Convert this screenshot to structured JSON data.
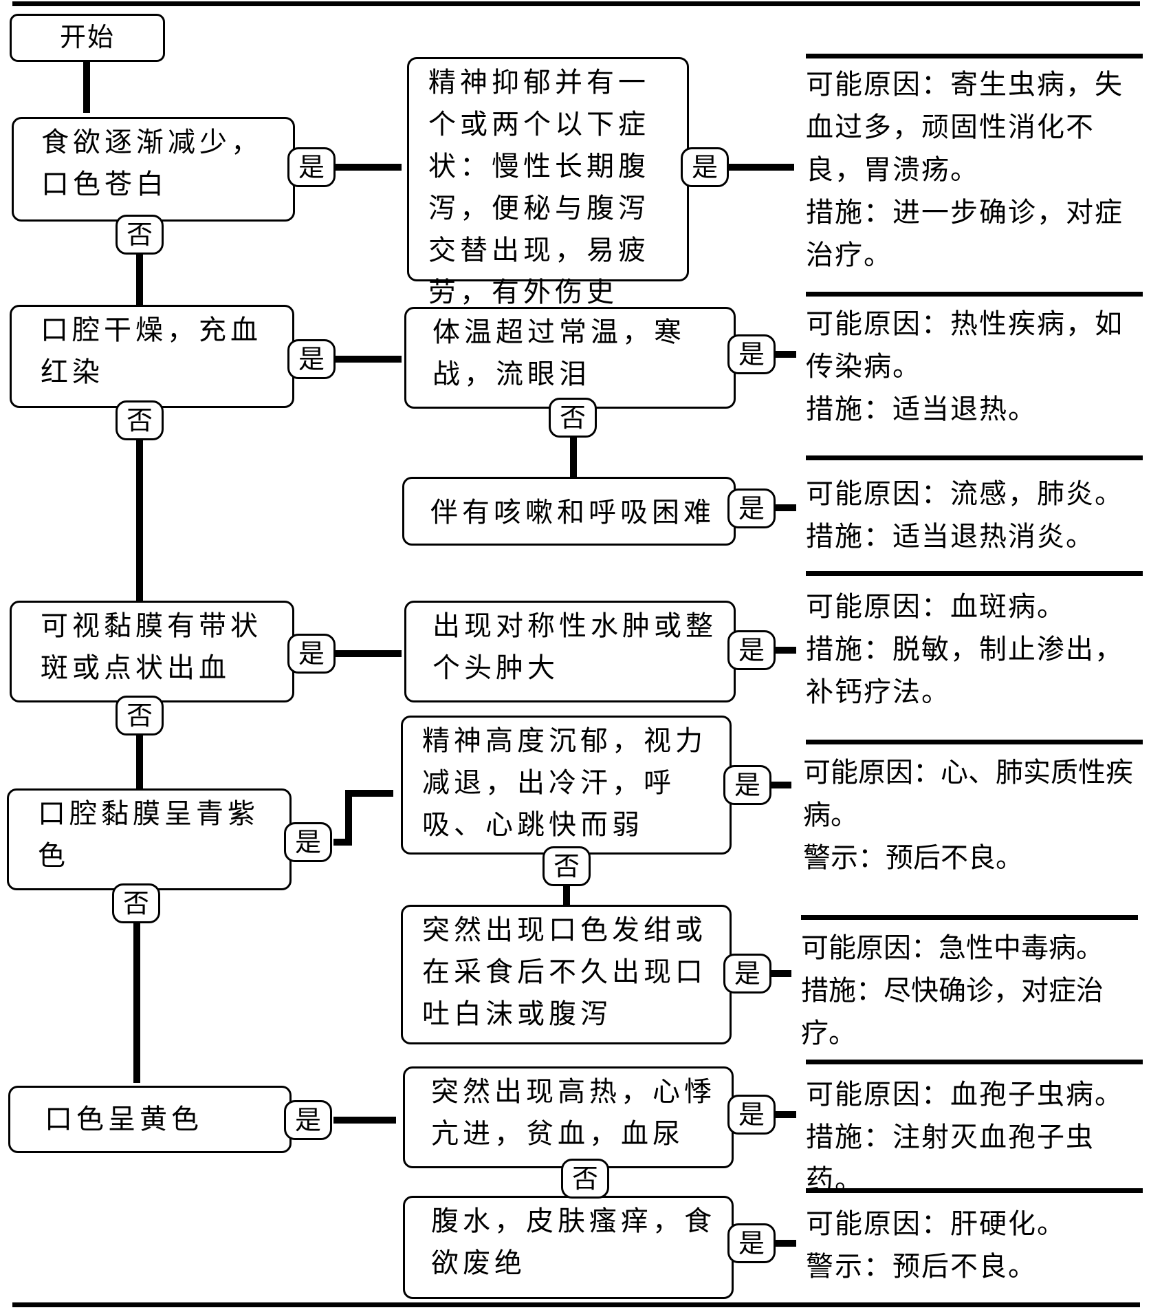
{
  "start": "开始",
  "yes": "是",
  "no": "否",
  "main": [
    {
      "id": "q1",
      "text": "食欲逐渐减少，口色苍白"
    },
    {
      "id": "q2",
      "text": "口腔干燥，充血红染"
    },
    {
      "id": "q3",
      "text": "可视黏膜有带状斑或点状出血"
    },
    {
      "id": "q4",
      "text": "口腔黏膜呈青紫色"
    },
    {
      "id": "q5",
      "text": "口色呈黄色"
    }
  ],
  "secondary": [
    {
      "id": "s1",
      "text": "精神抑郁并有一个或两个以下症状：慢性长期腹泻，便秘与腹泻交替出现，易疲劳，有外伤史"
    },
    {
      "id": "s2",
      "text": "体温超过常温，寒战，流眼泪"
    },
    {
      "id": "s3",
      "text": "伴有咳嗽和呼吸困难"
    },
    {
      "id": "s4",
      "text": "出现对称性水肿或整个头肿大"
    },
    {
      "id": "s5",
      "text": "精神高度沉郁，视力减退，出冷汗，呼吸、心跳快而弱"
    },
    {
      "id": "s6",
      "text": "突然出现口色发绀或在采食后不久出现口吐白沫或腹泻"
    },
    {
      "id": "s7",
      "text": "突然出现高热，心悸亢进，贫血，血尿"
    },
    {
      "id": "s8",
      "text": "腹水，皮肤瘙痒，食欲废绝"
    }
  ],
  "results": [
    {
      "id": "r1",
      "lines": [
        "可能原因：寄生虫病，失血过多，顽固性消化不良，胃溃疡。",
        "措施：进一步确诊，对症治疗。"
      ]
    },
    {
      "id": "r2",
      "lines": [
        "可能原因：热性疾病，如传染病。",
        "措施：适当退热。"
      ]
    },
    {
      "id": "r3",
      "lines": [
        "可能原因：流感，肺炎。",
        "措施：适当退热消炎。"
      ]
    },
    {
      "id": "r4",
      "lines": [
        "可能原因：血斑病。",
        "措施：脱敏，制止渗出，补钙疗法。"
      ]
    },
    {
      "id": "r5",
      "lines": [
        "可能原因：心、肺实质性疾病。",
        "警示：预后不良。"
      ]
    },
    {
      "id": "r6",
      "lines": [
        "可能原因：急性中毒病。",
        "措施：尽快确诊，对症治疗。"
      ]
    },
    {
      "id": "r7",
      "lines": [
        "可能原因：血孢子虫病。",
        "措施：注射灭血孢子虫药。"
      ]
    },
    {
      "id": "r8",
      "lines": [
        "可能原因：肝硬化。",
        "警示：预后不良。"
      ]
    }
  ]
}
